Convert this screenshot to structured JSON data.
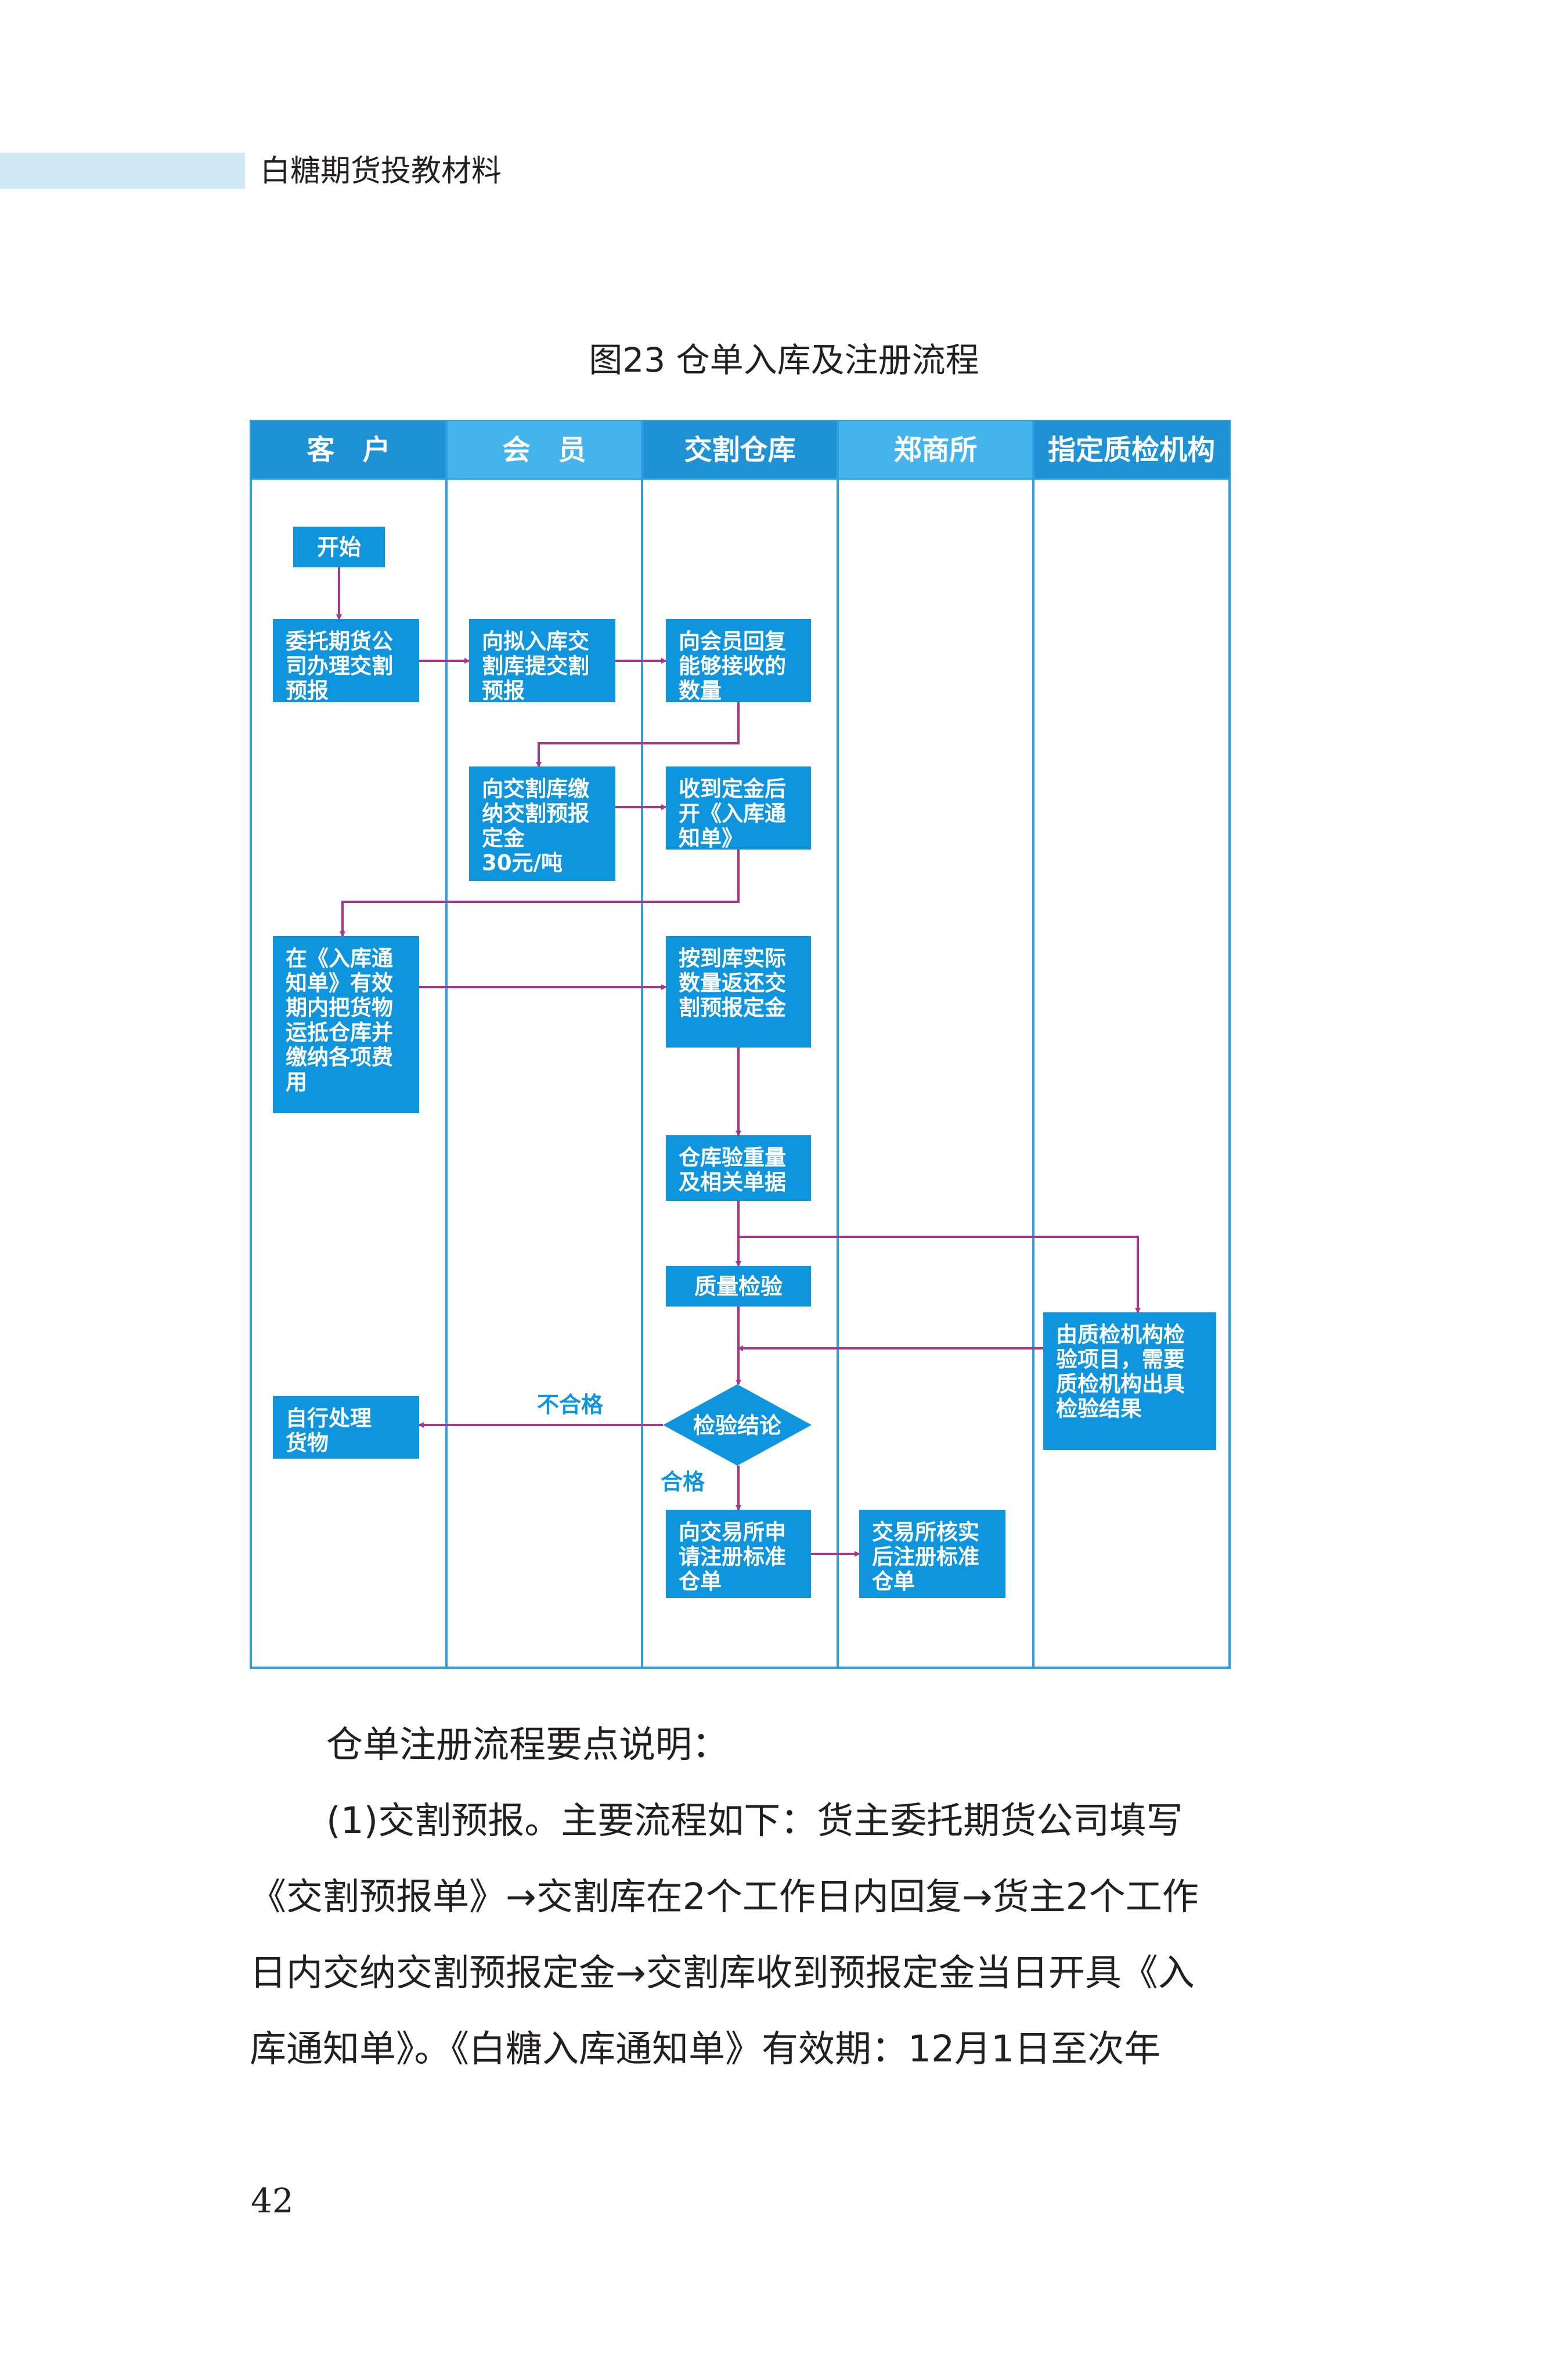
{
  "header": {
    "title": "白糖期货投教材料"
  },
  "figure": {
    "title": "图23  仓单入库及注册流程",
    "lanes": [
      "客　户",
      "会　员",
      "交割仓库",
      "郑商所",
      "指定质检机构"
    ],
    "steps": {
      "start": [
        "开始"
      ],
      "customer_entrust": [
        "委托期货公",
        "司办理交割",
        "预报"
      ],
      "member_report": [
        "向拟入库交",
        "割库提交割",
        "预报"
      ],
      "warehouse_reply": [
        "向会员回复",
        "能够接收的",
        "数量"
      ],
      "member_deposit": [
        "向交割库缴",
        "纳交割预报",
        "定金",
        "30元/吨"
      ],
      "warehouse_notice": [
        "收到定金后",
        "开《入库通",
        "知单》"
      ],
      "customer_ship": [
        "在《入库通",
        "知单》有效",
        "期内把货物",
        "运抵仓库并",
        "缴纳各项费",
        "用"
      ],
      "warehouse_refund": [
        "按到库实际",
        "数量返还交",
        "割预报定金"
      ],
      "warehouse_weigh": [
        "仓库验重量",
        "及相关单据"
      ],
      "quality_check": [
        "质量检验"
      ],
      "inspector": [
        "由质检机构检",
        "验项目，需要",
        "质检机构出具",
        "检验结果"
      ],
      "decision": [
        "检验结论"
      ],
      "customer_self": [
        "自行处理",
        "货物"
      ],
      "warehouse_apply": [
        "向交易所申",
        "请注册标准",
        "仓单"
      ],
      "exchange_register": [
        "交易所核实",
        "后注册标准",
        "仓单"
      ]
    },
    "edge_labels": {
      "fail": "不合格",
      "pass": "合格"
    }
  },
  "body": {
    "lines": [
      "仓单注册流程要点说明：",
      "(1)交割预报。主要流程如下：货主委托期货公司填写",
      "《交割预报单》→交割库在2个工作日内回复→货主2个工作",
      "日内交纳交割预报定金→交割库收到预报定金当日开具《入",
      "库通知单》。《白糖入库通知单》有效期：12月1日至次年"
    ]
  },
  "page_number": "42",
  "colors": {
    "lane_header": "#1f92d6",
    "lane_header_light": "#45b4ec",
    "box_fill": "#0f95dd",
    "border": "#2f9fe0",
    "arrow": "#a6388c",
    "header_band": "#cfe8f6"
  }
}
